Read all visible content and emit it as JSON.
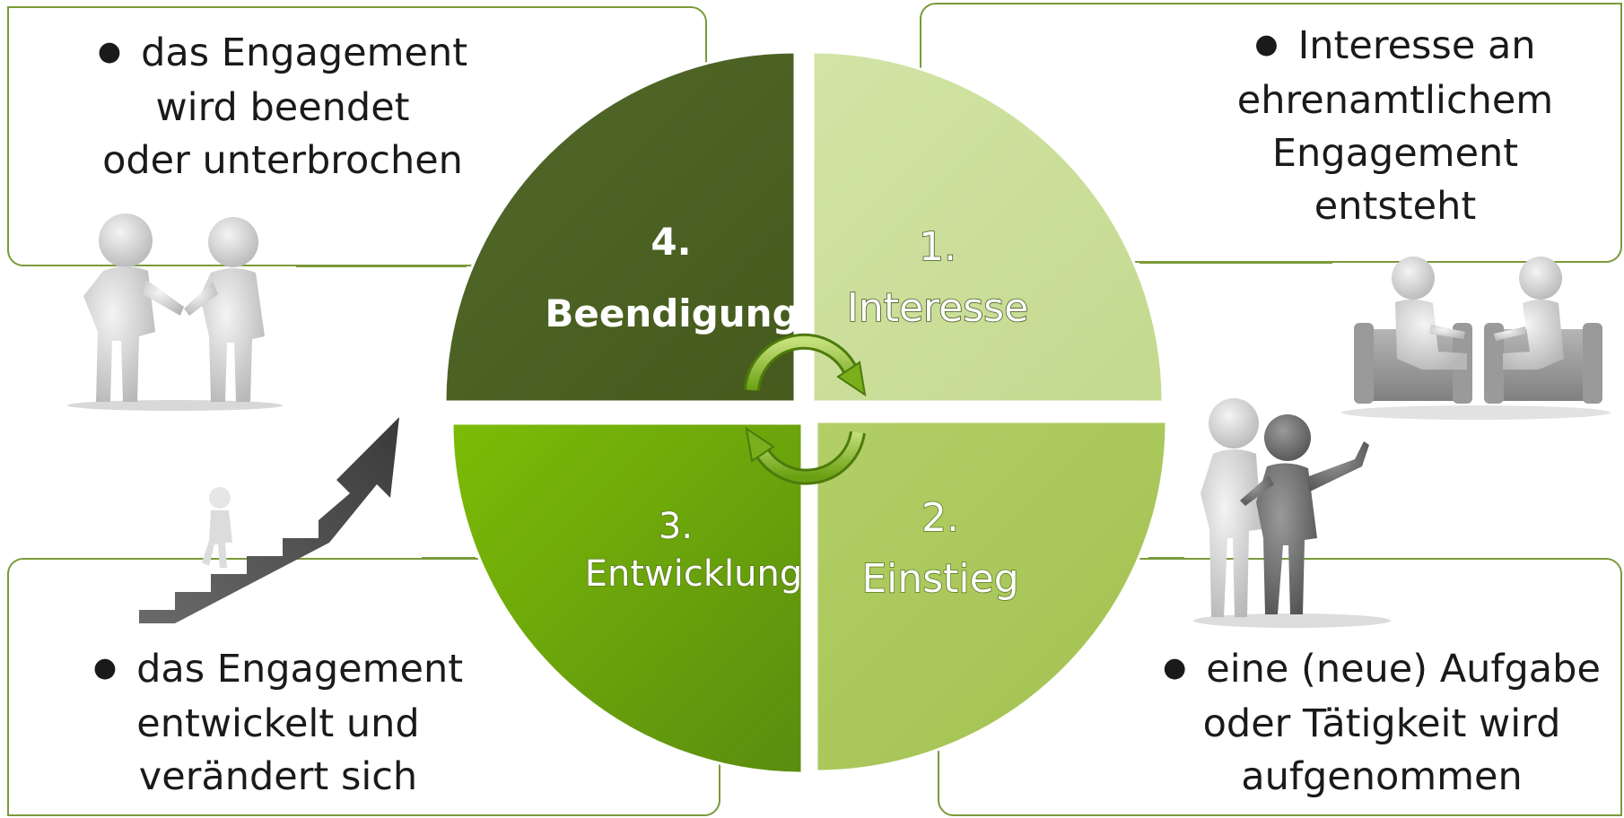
{
  "quadrants": [
    {
      "key": "q1",
      "number": "1.",
      "name": "Interesse",
      "color": "#c8dd96"
    },
    {
      "key": "q2",
      "number": "2.",
      "name": "Einstieg",
      "color": "#aac85a"
    },
    {
      "key": "q3",
      "number": "3.",
      "name": "Entwicklung",
      "color": "#6fae0e"
    },
    {
      "key": "q4",
      "number": "4.",
      "name": "Beendigung",
      "color": "#4b6121"
    }
  ],
  "boxes": {
    "top_left": {
      "lines": [
        "das Engagement",
        "wird beendet",
        "oder unterbrochen"
      ]
    },
    "top_right": {
      "lines": [
        "Interesse an",
        "ehrenamtlichem",
        "Engagement",
        "entsteht"
      ]
    },
    "bottom_left": {
      "lines": [
        "das Engagement",
        "entwickelt und",
        "verändert sich"
      ]
    },
    "bottom_right": {
      "lines": [
        "eine (neue) Aufgabe",
        "oder Tätigkeit wird",
        "aufgenommen"
      ]
    }
  },
  "illustrations": {
    "top_left": "handshake-figures-icon",
    "top_right": "seated-conversation-figures-icon",
    "bottom_left": "figure-climbing-stairs-arrow-icon",
    "bottom_right": "two-figures-pointing-icon"
  },
  "cycle_arrows": "circular-refresh-arrows-icon",
  "colors": {
    "accent_border": "#7a9a3a",
    "text": "#1a1a1a"
  }
}
